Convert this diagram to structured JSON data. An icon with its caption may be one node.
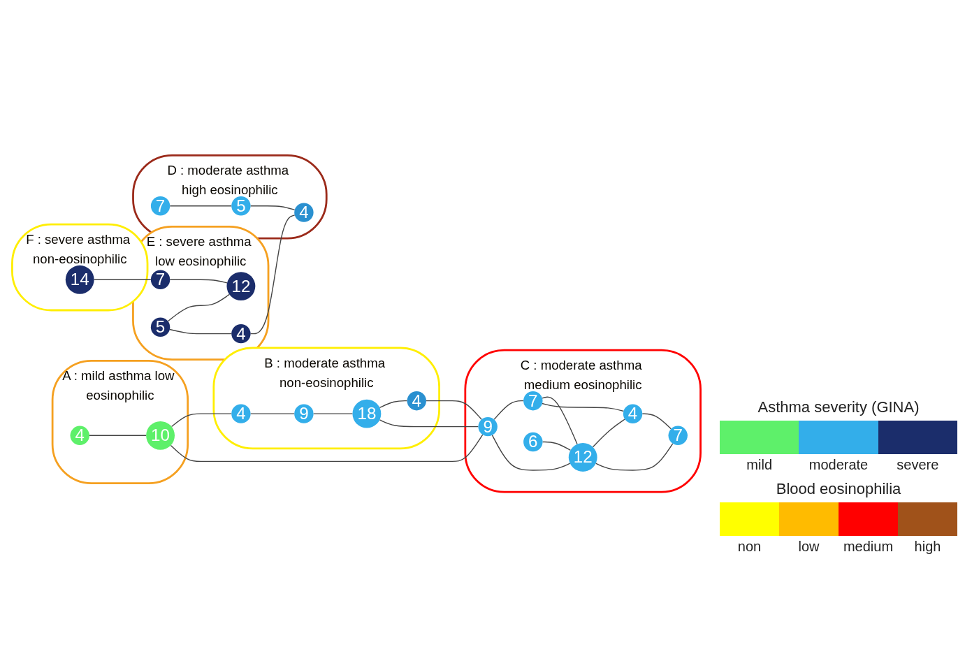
{
  "diagram": {
    "nodes": [
      {
        "text": [
          "B : moderate asthma non-eosinophilic"
        ]
      },
      {
        "text": [
          "4"
        ],
        "in": 0
      },
      {
        "text": [
          "9"
        ],
        "in": 0
      },
      {
        "text": [
          "18"
        ],
        "in": 0
      },
      {
        "text": [
          "4"
        ],
        "in": 0
      },
      {
        "text": [
          "F : severe asthma non-eosinophilic"
        ]
      },
      {
        "text": [
          "14"
        ],
        "in": 5
      },
      {
        "text": [
          "A : mild asthma low eosinophilic"
        ]
      },
      {
        "text": [
          "4"
        ],
        "in": 7
      },
      {
        "text": [
          "10"
        ],
        "in": 7
      },
      {
        "text": [
          "E : severe asthma low eosinophilic"
        ]
      },
      {
        "text": [
          "7"
        ],
        "in": 10
      },
      {
        "text": [
          "5"
        ],
        "in": 10
      },
      {
        "text": [
          "12"
        ],
        "in": 10
      },
      {
        "text": [
          "4"
        ],
        "in": 10
      },
      {
        "text": [
          "C : moderate asthma medium eosinophilic"
        ]
      },
      {
        "text": [
          "9"
        ],
        "in": 15
      },
      {
        "text": [
          "7"
        ],
        "in": 15
      },
      {
        "text": [
          "6"
        ],
        "in": 15
      },
      {
        "text": [
          "12"
        ],
        "in": 15
      },
      {
        "text": [
          "4"
        ],
        "in": 15
      },
      {
        "text": [
          "7"
        ],
        "in": 15
      },
      {
        "text": [
          "D : moderate asthma high eosinophilic"
        ]
      },
      {
        "text": [
          "7"
        ],
        "in": 22
      },
      {
        "text": [
          "5"
        ],
        "in": 22
      },
      {
        "text": [
          "4"
        ],
        "in": 22
      }
    ],
    "edges": [
      {
        "from": 8,
        "to": 9,
        "arrow": "none"
      },
      {
        "from": 9,
        "to": 1,
        "arrow": "none"
      },
      {
        "from": 9,
        "to": 16,
        "arrow": "none"
      },
      {
        "from": 1,
        "to": 2,
        "arrow": "none"
      },
      {
        "from": 2,
        "to": 3,
        "arrow": "none"
      },
      {
        "from": 3,
        "to": 4,
        "arrow": "none"
      },
      {
        "from": 3,
        "to": 16,
        "arrow": "none"
      },
      {
        "from": 4,
        "to": 16,
        "arrow": "none"
      },
      {
        "from": 6,
        "to": 11,
        "arrow": "none"
      },
      {
        "from": 11,
        "to": 13,
        "arrow": "none"
      },
      {
        "from": 12,
        "to": 13,
        "arrow": "none"
      },
      {
        "from": 12,
        "to": 14,
        "arrow": "none"
      },
      {
        "from": 14,
        "to": 25,
        "arrow": "none"
      },
      {
        "from": 16,
        "to": 17,
        "arrow": "none"
      },
      {
        "from": 16,
        "to": 19,
        "arrow": "none"
      },
      {
        "from": 17,
        "to": 19,
        "arrow": "none"
      },
      {
        "from": 17,
        "to": 20,
        "arrow": "none"
      },
      {
        "from": 18,
        "to": 19,
        "arrow": "none"
      },
      {
        "from": 19,
        "to": 20,
        "arrow": "none"
      },
      {
        "from": 19,
        "to": 21,
        "arrow": "none"
      },
      {
        "from": 20,
        "to": 21,
        "arrow": "none"
      },
      {
        "from": 23,
        "to": 24,
        "arrow": "none"
      },
      {
        "from": 24,
        "to": 25,
        "arrow": "none"
      }
    ],
    "labels": [
      "Asthma severity (GINA)",
      "Blood eosinophilia"
    ],
    "legend": [
      {
        "text": "mild",
        "color": "#5ef06a"
      },
      {
        "text": "moderate",
        "color": "#33aeea"
      },
      {
        "text": "severe",
        "color": "#1b2d6b"
      },
      {
        "text": "non",
        "color": "#ffff00"
      },
      {
        "text": "low",
        "color": "#ffbb00"
      },
      {
        "text": "medium",
        "color": "#ff0000"
      },
      {
        "text": "high",
        "color": "#a0521a"
      }
    ]
  }
}
